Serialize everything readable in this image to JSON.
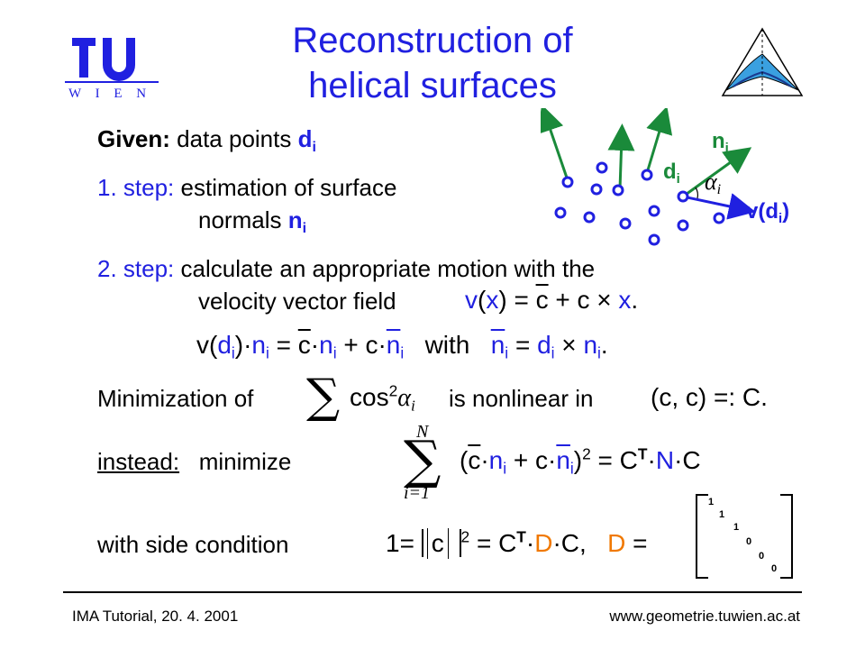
{
  "title": {
    "line1": "Reconstruction of",
    "line2": "helical surfaces"
  },
  "logo": {
    "letters": "TU",
    "sub": "W I E N"
  },
  "colors": {
    "blue": "#2020e0",
    "orange": "#f07800",
    "green": "#1a8a3a"
  },
  "diagram": {
    "n_label": "n",
    "n_sub": "i",
    "d_label": "d",
    "d_sub": "i",
    "alpha_label": "α",
    "alpha_sub": "i",
    "v_label": "v(",
    "v_d": "d",
    "v_sub": "i",
    "v_close": ")"
  },
  "given": {
    "label": "Given:",
    "text": "data points ",
    "sym": "d",
    "sub": "i"
  },
  "step1": {
    "label": "1. step:",
    "line1": "estimation of surface",
    "line2": "normals ",
    "sym": "n",
    "sub": "i"
  },
  "step2": {
    "label": "2. step:",
    "line1": "calculate an appropriate motion with the",
    "line2": "velocity vector field"
  },
  "eq_field": {
    "v": "v",
    "x": "x",
    "eq": "=",
    "c": "c",
    "plus": "+",
    "times": "×",
    "period": "."
  },
  "eq_main": {
    "v": "v",
    "d": "d",
    "i": "i",
    "n": "n",
    "eq": "=",
    "c": "c",
    "plus": "+",
    "with": "with",
    "times": "×",
    "period": "."
  },
  "minimization": {
    "prefix": "Minimization of",
    "sum": "∑",
    "cos": "cos",
    "pow": "2",
    "alpha": "α",
    "sub": "i",
    "middle": "is nonlinear in",
    "pair": "(c, c) =: C."
  },
  "instead": {
    "label": "instead:",
    "text": "minimize",
    "sum": "∑",
    "upper": "N",
    "lower": "i=1",
    "rhs": "= C",
    "T": "T",
    "N": "N",
    "C": "C",
    "pow": "2"
  },
  "side": {
    "text": "with side condition",
    "one": "1=",
    "c": "c",
    "pow": "2",
    "rhs": "= C",
    "T": "T",
    "D": "D",
    "dot": "·",
    "C": "C,",
    "D_eq": "D ="
  },
  "matrix": {
    "ones": "1",
    "zeros": "0"
  },
  "footer": {
    "left": "IMA Tutorial, 20. 4. 2001",
    "right": "www.geometrie.tuwien.ac.at"
  }
}
